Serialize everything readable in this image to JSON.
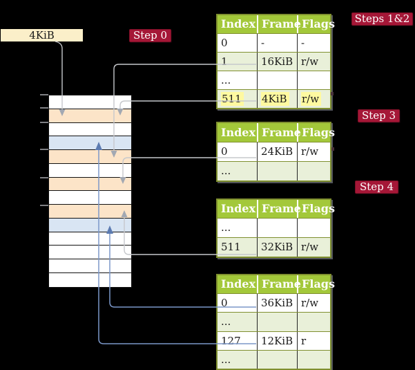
{
  "colors": {
    "background": "#000000",
    "table_header_green": "#a3c83a",
    "table_row_green": "#e9f0d9",
    "table_border_olive": "#7f8f2f",
    "step_label_red": "#a51737",
    "step_label_border": "#7c0f26",
    "memory_wheat": "#fce4c8",
    "memory_blue": "#d9e5f3",
    "frame_box_cream": "#fbefc9",
    "highlight_yellow": "#fff9a0",
    "gray_connector": "#c6c8cc",
    "gray_arrow": "#a2a8b2",
    "blue_connector": "#7b97c9",
    "blue_arrow": "#5c7bb1"
  },
  "frame_label": {
    "text": "4KiB"
  },
  "step_labels": {
    "step0": "Step 0",
    "steps12": "Steps 1&2",
    "step3": "Step 3",
    "step4": "Step 4"
  },
  "memory": {
    "rows": [
      "white",
      "wheat",
      "white",
      "blue",
      "wheat",
      "white",
      "wheat",
      "white",
      "wheat",
      "blue",
      "white",
      "white",
      "white",
      "white"
    ]
  },
  "tables": [
    {
      "name": "page-table-steps-1-2",
      "headers": [
        "Index",
        "Frame",
        "Flags"
      ],
      "rows": [
        {
          "cells": [
            "0",
            "-",
            "-"
          ],
          "shaded": false,
          "highlight": false
        },
        {
          "cells": [
            "1",
            "16KiB",
            "r/w"
          ],
          "shaded": true,
          "highlight": false
        },
        {
          "cells": [
            "...",
            "",
            ""
          ],
          "shaded": false,
          "highlight": false
        },
        {
          "cells": [
            "511",
            "4KiB",
            "r/w"
          ],
          "shaded": true,
          "highlight": true
        }
      ]
    },
    {
      "name": "page-table-step-3",
      "headers": [
        "Index",
        "Frame",
        "Flags"
      ],
      "rows": [
        {
          "cells": [
            "0",
            "24KiB",
            "r/w"
          ],
          "shaded": false,
          "highlight": false
        },
        {
          "cells": [
            "...",
            "",
            ""
          ],
          "shaded": true,
          "highlight": false
        }
      ]
    },
    {
      "name": "page-table-step-4",
      "headers": [
        "Index",
        "Frame",
        "Flags"
      ],
      "rows": [
        {
          "cells": [
            "...",
            "",
            ""
          ],
          "shaded": false,
          "highlight": false
        },
        {
          "cells": [
            "511",
            "32KiB",
            "r/w"
          ],
          "shaded": true,
          "highlight": false
        }
      ]
    },
    {
      "name": "page-table-final-level",
      "headers": [
        "Index",
        "Frame",
        "Flags"
      ],
      "rows": [
        {
          "cells": [
            "0",
            "36KiB",
            "r/w"
          ],
          "shaded": false,
          "highlight": false
        },
        {
          "cells": [
            "...",
            "",
            ""
          ],
          "shaded": true,
          "highlight": false
        },
        {
          "cells": [
            "127",
            "12KiB",
            "r"
          ],
          "shaded": false,
          "highlight": false
        },
        {
          "cells": [
            "...",
            "",
            ""
          ],
          "shaded": true,
          "highlight": false
        }
      ]
    }
  ]
}
